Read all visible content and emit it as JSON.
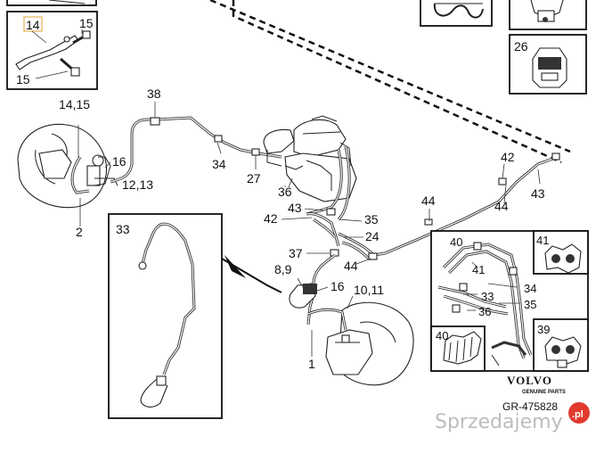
{
  "callouts": {
    "c14": "14",
    "c15a": "15",
    "c15b": "15",
    "c14_15": "14,15",
    "c38": "38",
    "c16a": "16",
    "c12_13": "12,13",
    "c2": "2",
    "c34": "34",
    "c27": "27",
    "c36": "36",
    "c43a": "43",
    "c42a": "42",
    "c35": "35",
    "c24": "24",
    "c37": "37",
    "c44a": "44",
    "c8_9": "8,9",
    "c16b": "16",
    "c10_11": "10,11",
    "c1": "1",
    "c33": "33",
    "c44b": "44",
    "c42b": "42",
    "c44c": "44",
    "c43b": "43",
    "c26": "26",
    "i40": "40",
    "i41a": "41",
    "i34": "34",
    "i33": "33",
    "i35": "35",
    "i36": "36",
    "i41b": "41",
    "i40b": "40",
    "i39": "39"
  },
  "logo": {
    "brand": "VOLVO",
    "tagline": "GENUINE PARTS"
  },
  "reference": "GR-475828",
  "watermark": {
    "text": "Sprzedajemy",
    "badge": ".pl"
  }
}
